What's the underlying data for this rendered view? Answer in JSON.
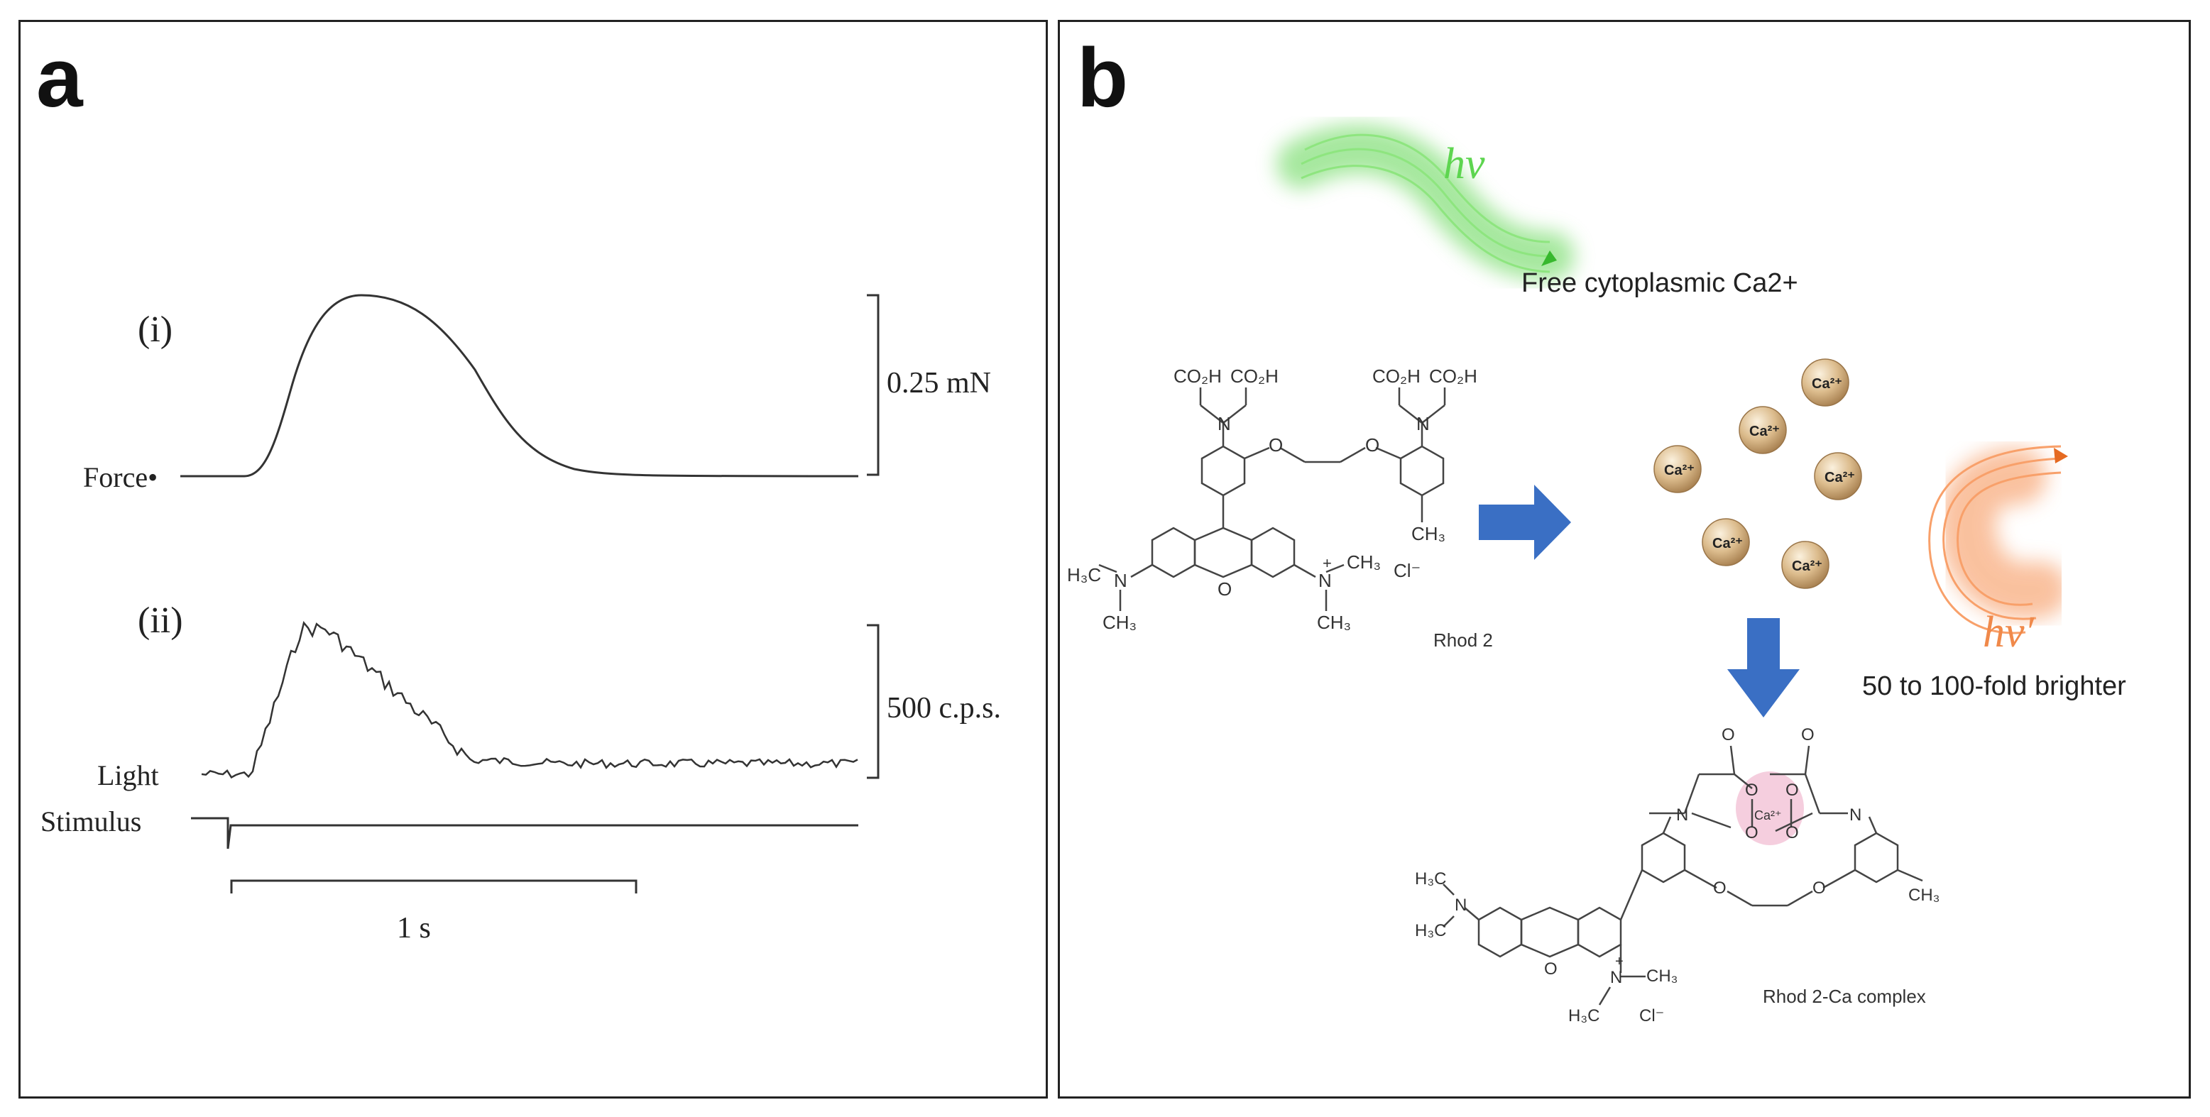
{
  "panel_a": {
    "label": "a",
    "trace_i_label": "(i)",
    "trace_ii_label": "(ii)",
    "force_label": "Force•",
    "light_label": "Light",
    "stimulus_label": "Stimulus",
    "force_scale_label": "0.25 mN",
    "light_scale_label": "500 c.p.s.",
    "time_scale_label": "1 s"
  },
  "panel_b": {
    "label": "b",
    "excitation_label": "hν",
    "emission_label": "hν′",
    "free_calcium_label": "Free cytoplasmic Ca2+",
    "brightness_label": "50 to 100-fold brighter",
    "rhod2_label": "Rhod 2",
    "complex_label": "Rhod 2-Ca complex",
    "calcium_ion_label": "Ca2+",
    "colors": {
      "green_photon": "#5dd54f",
      "orange_photon": "#f5843f",
      "arrow_blue": "#3a6fc4",
      "ion_fill": "#d9b88a",
      "chelation_pink": "#f3c6d8"
    },
    "rhod2_groups": {
      "co2h_1": "CO₂H",
      "co2h_2": "CO₂H",
      "co2h_3": "CO₂H",
      "co2h_4": "CO₂H",
      "n_left": "N",
      "n_right": "N",
      "o_left": "O",
      "o_right": "O",
      "ch3_ring": "CH₃",
      "h3c_left": "H₃C",
      "ch3_left_bottom": "CH₃",
      "n_amine": "N",
      "o_xanthene": "O",
      "n_plus": "N",
      "plus": "+",
      "ch3_right_top": "CH₃",
      "ch3_right_bottom": "CH₃",
      "chloride": "Cl⁻"
    },
    "complex_groups": {
      "o_top_left": "O",
      "o_top_right": "O",
      "o_ring_1": "O",
      "o_ring_2": "O",
      "o_ring_3": "O",
      "o_ring_4": "O",
      "n_left": "N",
      "n_right": "N",
      "ca_center": "Ca²⁺",
      "o_ether_left": "O",
      "o_ether_right": "O",
      "ch3_ring": "CH₃",
      "h3c_top": "H₃C",
      "n_amine": "N",
      "h3c_bottom": "H₃C",
      "o_xanthene": "O",
      "n_plus": "N",
      "plus": "+",
      "ch3_right": "CH₃",
      "h3c_lower": "H₃C",
      "chloride": "Cl⁻"
    }
  }
}
